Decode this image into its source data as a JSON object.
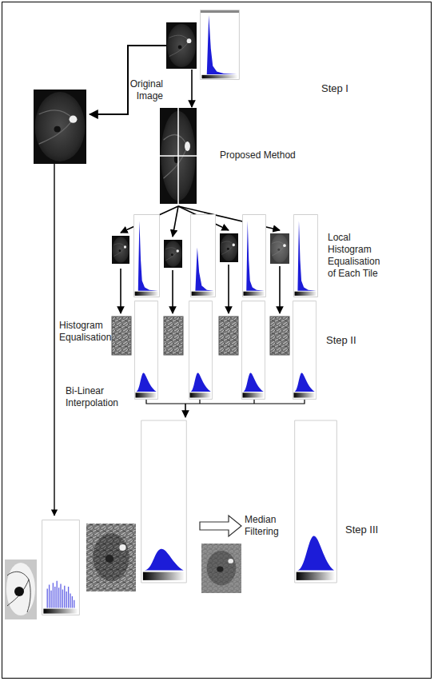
{
  "diagram": {
    "nodes": [
      {
        "text": [
          "Original Image"
        ]
      },
      {
        "text": [
          "Proposed Method"
        ]
      }
    ],
    "edges": [
      {
        "from": 0,
        "to": 1,
        "arrow": "to"
      }
    ],
    "labels": [
      "Step I",
      "Local Histogram Equalisation of Each Tile",
      "Step II",
      "Histogram Equalisation",
      "Bi-Linear Interpolation",
      "Median Filtering",
      "Step III"
    ]
  }
}
